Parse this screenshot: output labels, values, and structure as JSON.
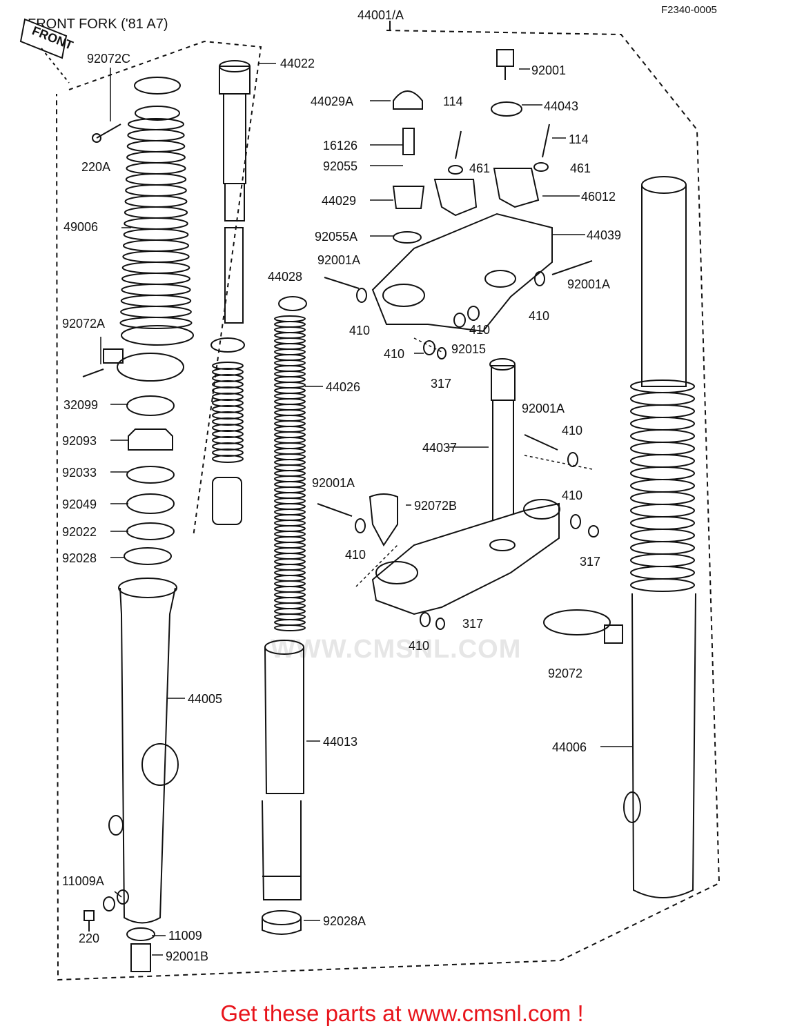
{
  "header": {
    "title": "FRONT FORK ('81 A7)",
    "diagram_code": "F2340-0005",
    "front_badge": "FRONT"
  },
  "watermark": "WWW.CMSNL.COM",
  "footer": "Get these parts at www.cmsnl.com !",
  "parts": [
    "44001/A",
    "92001",
    "44029A",
    "114",
    "44043",
    "16126",
    "114",
    "92055",
    "461",
    "461",
    "44029",
    "46012",
    "92055A",
    "44039",
    "92001A",
    "92001A",
    "410",
    "410",
    "410",
    "92015",
    "410",
    "317",
    "92072C",
    "44022",
    "220A",
    "49006",
    "44028",
    "92072A",
    "44026",
    "32099",
    "92093",
    "92033",
    "92049",
    "92022",
    "92028",
    "92001A",
    "410",
    "44037",
    "92001A",
    "92072B",
    "410",
    "410",
    "317",
    "317",
    "410",
    "92072",
    "44005",
    "44013",
    "44006",
    "11009A",
    "220",
    "11009",
    "92001B",
    "92028A"
  ],
  "colors": {
    "footer_text": "#e8141b",
    "line": "#111111"
  }
}
